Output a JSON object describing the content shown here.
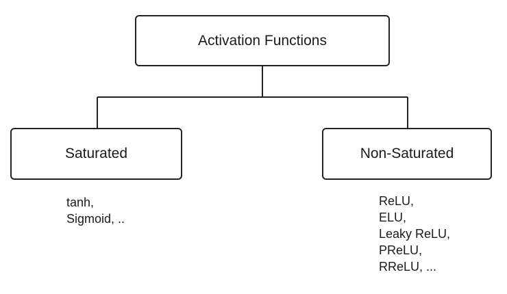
{
  "diagram": {
    "root": {
      "label": "Activation Functions"
    },
    "children": [
      {
        "label": "Saturated",
        "examples": [
          "tanh,",
          "Sigmoid, .."
        ]
      },
      {
        "label": "Non-Saturated",
        "examples": [
          "ReLU,",
          "ELU,",
          "Leaky ReLU,",
          "PReLU,",
          "RReLU, ..."
        ]
      }
    ]
  },
  "colors": {
    "line": "#222222",
    "border": "#222222",
    "text": "#1a1a1a",
    "background": "#ffffff"
  }
}
